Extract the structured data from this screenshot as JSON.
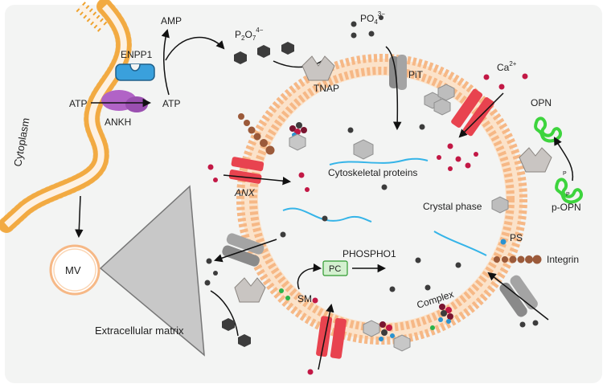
{
  "labels": {
    "cytoplasm": "Cytoplasm",
    "enpp1": "ENPP1",
    "amp": "AMP",
    "atp_in": "ATP",
    "atp_out": "ATP",
    "ankh": "ANKH",
    "ppi_main": "P",
    "ppi_sub1": "2",
    "ppi_o": "O",
    "ppi_sub2": "7",
    "ppi_sup": "4−",
    "pi_main": "PO",
    "pi_sub": "4",
    "pi_sup": "3−",
    "tnap": "TNAP",
    "pit": "PiT",
    "ca_main": "Ca",
    "ca_sup": "2+",
    "opn": "OPN",
    "popn": "p-OPN",
    "phospho_p1": "P",
    "phospho_p2": "P",
    "anx": "ANX",
    "cytoskeletal": "Cytoskeletal proteins",
    "crystal_phase": "Crystal phase",
    "ps": "PS",
    "integrin": "Integrin",
    "mv": "MV",
    "phospho1": "PHOSPHO1",
    "pc": "PC",
    "sm": "SM",
    "complex": "Complex",
    "extracellular": "Extracellular matrix"
  },
  "colors": {
    "background": "#f3f4f3",
    "bead": "#f6b886",
    "bead_light": "#fbd6b5",
    "cell_membrane": "#f0a22e",
    "enpp1": "#3aa0dc",
    "ankh": "#b163c6",
    "channel_red": "#e8434f",
    "channel_gray": "#8a8a8a",
    "transporter_gray": "#c9c5c2",
    "ion_dark": "#3c3c3c",
    "calcium": "#c21845",
    "opn": "#3dd43d",
    "pc_fill": "#d4f0d0",
    "pc_stroke": "#2f9a2f",
    "cytoskeleton": "#35b4e8",
    "ps_dot": "#2a93d1",
    "sm_dot": "#29b34a",
    "complex_dark": "#7a1530",
    "integrin": "#9b5a3a",
    "triangle": "#c8c8c8"
  },
  "icons": [
    "enpp1-enzyme-icon",
    "ankh-transporter-icon",
    "pit-channel-icon",
    "tnap-enzyme-icon",
    "calcium-channel-icon",
    "anx-channel-icon",
    "integrin-icon",
    "opn-protein-icon",
    "crystal-hexagon-icon",
    "pyrophosphate-hexagon-icon"
  ]
}
